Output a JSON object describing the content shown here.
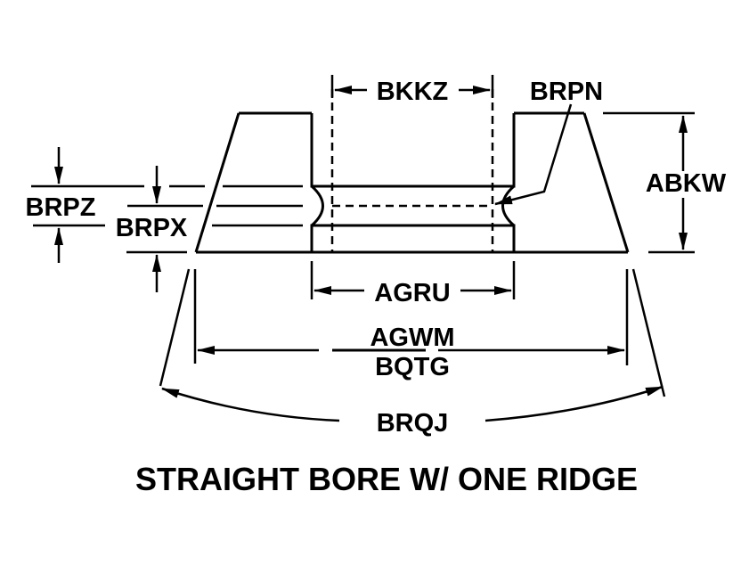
{
  "diagram": {
    "caption": "STRAIGHT BORE W/ ONE RIDGE",
    "background": "#ffffff",
    "ink": "#000000",
    "labels": {
      "bore_width": "BKKZ",
      "ridge": "BRPN",
      "height": "ABKW",
      "groove_outer": "BRPZ",
      "groove_inner": "BRPX",
      "inner_width": "AGRU",
      "base_width_top": "AGWM",
      "base_width_bottom": "BQTG",
      "arc_dimension": "BRQJ"
    }
  }
}
